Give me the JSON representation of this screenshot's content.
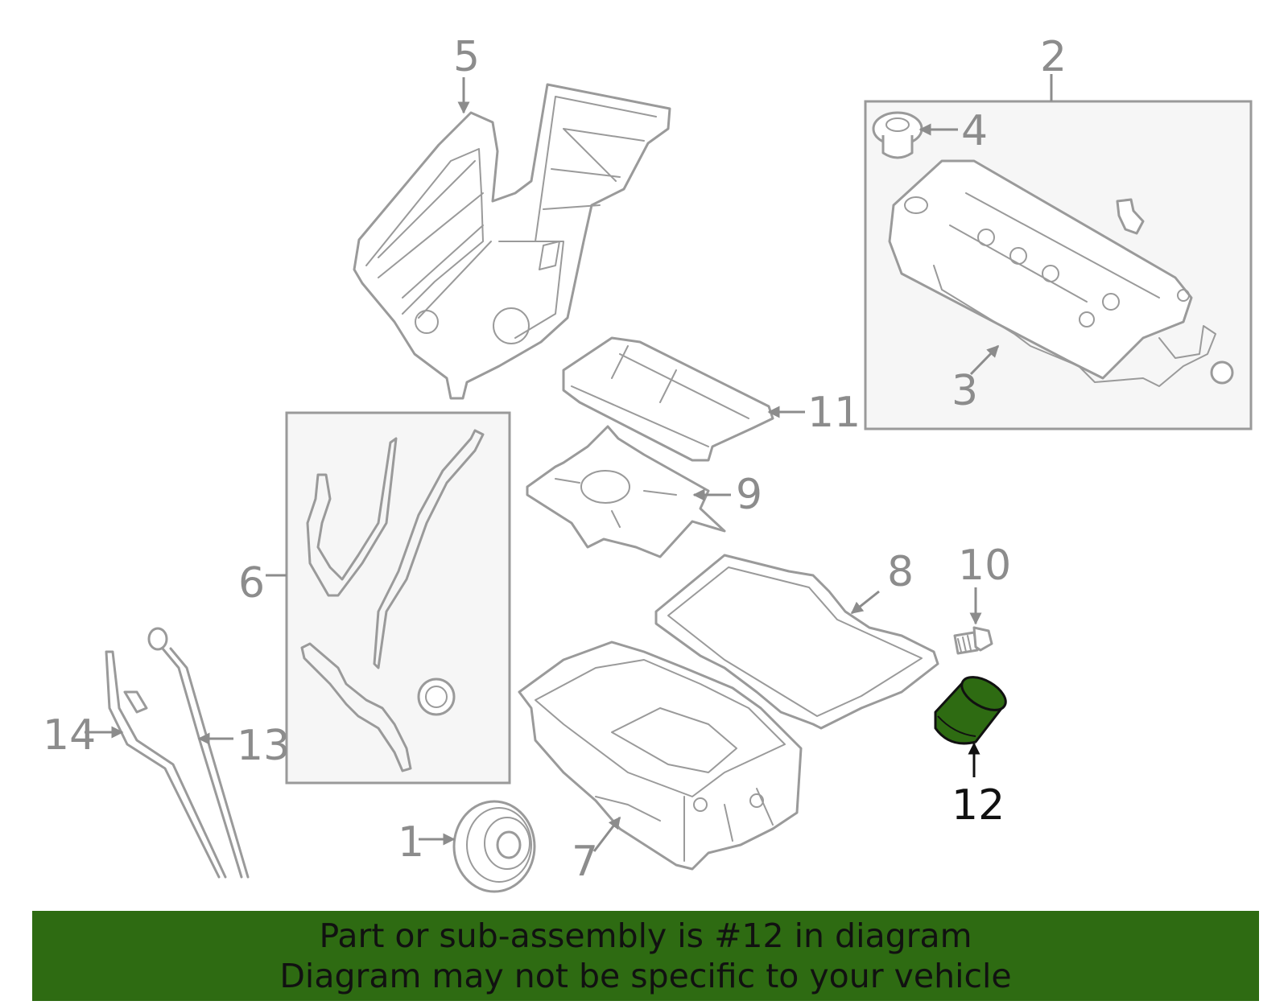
{
  "callouts": {
    "c1": "1",
    "c2": "2",
    "c3": "3",
    "c4": "4",
    "c5": "5",
    "c6": "6",
    "c7": "7",
    "c8": "8",
    "c9": "9",
    "c10": "10",
    "c11": "11",
    "c12": "12",
    "c13": "13",
    "c14": "14"
  },
  "highlight": {
    "part_number": "12",
    "color": "#2e6b12"
  },
  "banner": {
    "line1": "Part or sub-assembly is #12 in diagram",
    "line2": "Diagram may not be specific to your vehicle"
  }
}
